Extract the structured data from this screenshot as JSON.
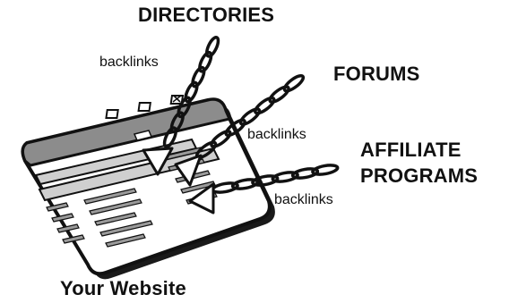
{
  "labels": {
    "directories": "DIRECTORIES",
    "forums": "FORUMS",
    "affiliate_line1": "AFFILIATE",
    "affiliate_line2": "PROGRAMS",
    "backlinks_1": "backlinks",
    "backlinks_2": "backlinks",
    "backlinks_3": "backlinks",
    "website": "Your Website"
  },
  "colors": {
    "ink": "#111111",
    "window_body": "#ffffff",
    "title_bar": "#8c8c8c",
    "nav_bar": "#cfcfcf",
    "content_lines": "#9a9a9a"
  },
  "icons": {
    "chain": "chain-link-icon",
    "arrow": "arrowhead-icon",
    "window_controls": [
      "minimize-icon",
      "maximize-icon",
      "close-icon"
    ]
  }
}
